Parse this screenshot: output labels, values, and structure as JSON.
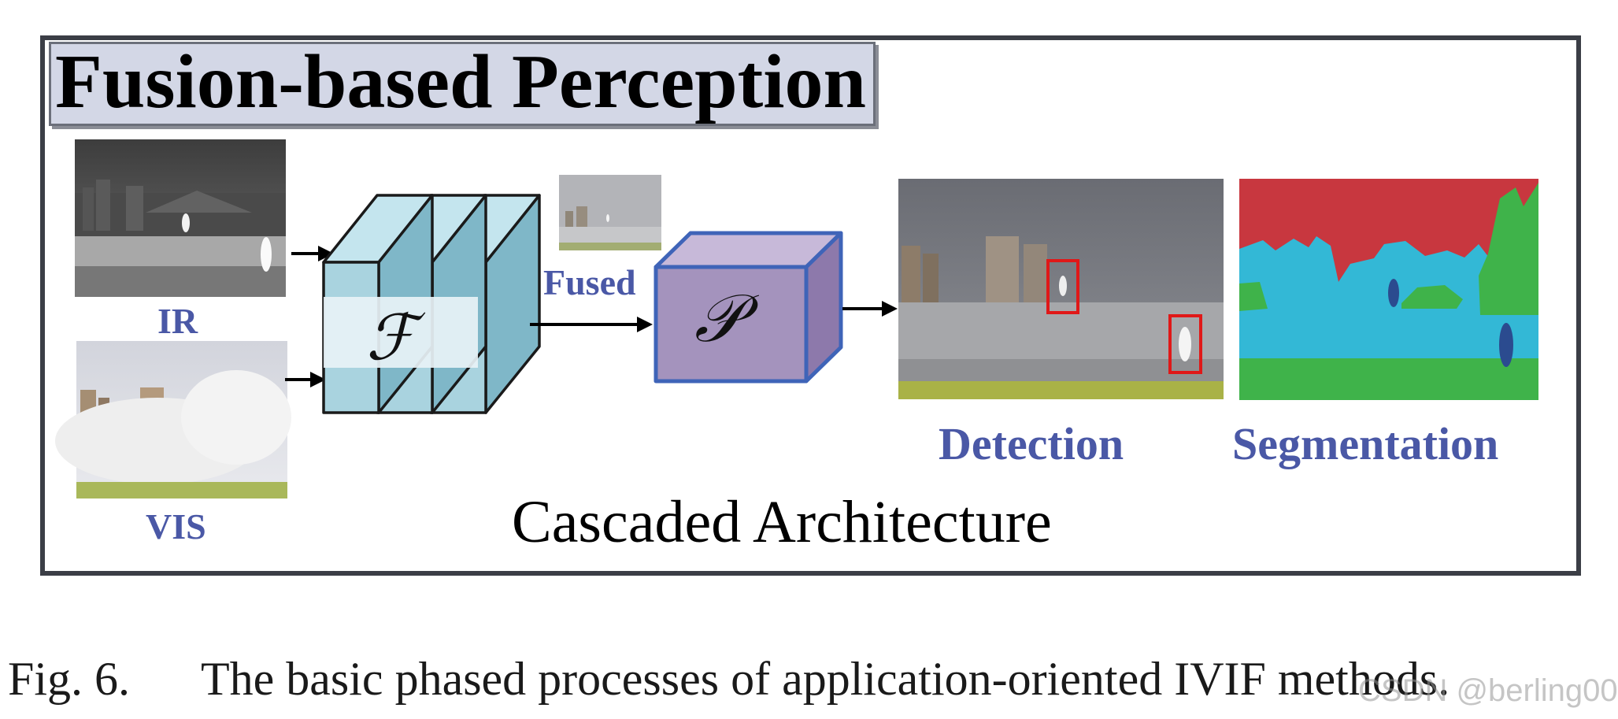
{
  "title": "Fusion-based Perception",
  "labels": {
    "ir": "IR",
    "vis": "VIS",
    "fused": "Fused",
    "fusion_symbol": "ℱ",
    "perception_symbol": "𝒫",
    "detection": "Detection",
    "segmentation": "Segmentation"
  },
  "architecture": "Cascaded Architecture",
  "caption": {
    "figure": "Fig. 6.",
    "text": "The basic phased processes of application-oriented IVIF methods."
  },
  "watermark": "CSDN @berling00",
  "colors": {
    "label_blue": "#4a58a6",
    "fusion_block": "#a9d3df",
    "perception_cube": "#a493bd",
    "cube_border": "#3f64b8",
    "detection_box": "#e01818",
    "seg_sky": "#c8373f",
    "seg_building": "#33b8d6",
    "seg_vegetation": "#3fb34a",
    "seg_person": "#2b4b8f"
  }
}
